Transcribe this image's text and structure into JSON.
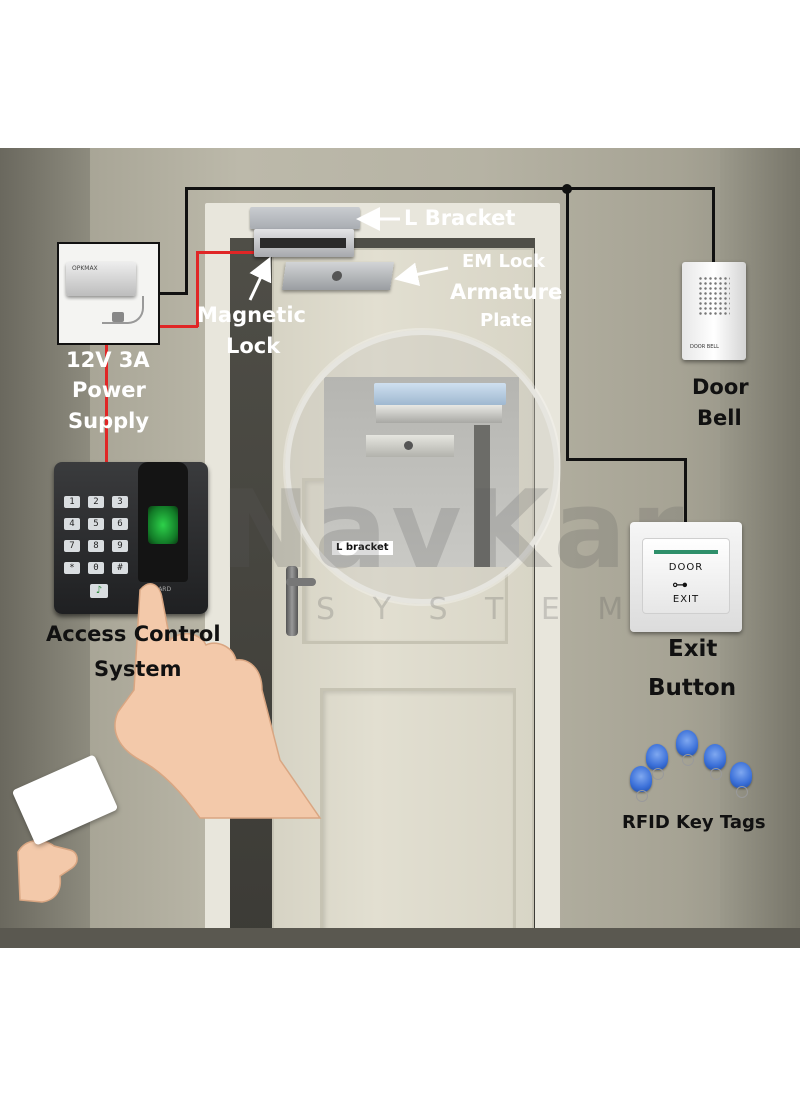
{
  "labels": {
    "l_bracket": "L Bracket",
    "em_lock_line1": "EM Lock",
    "em_lock_line2": "Armature",
    "em_lock_line3": "Plate",
    "magnetic_lock_line1": "Magnetic",
    "magnetic_lock_line2": "Lock",
    "power_supply_line1": "12V 3A",
    "power_supply_line2": "Power",
    "power_supply_line3": "Supply",
    "door_bell_line1": "Door",
    "door_bell_line2": "Bell",
    "access_control_line1": "Access Control",
    "access_control_line2": "System",
    "exit_button_line1": "Exit",
    "exit_button_line2": "Button",
    "rfid_tags": "RFID Key Tags",
    "inset_l_bracket": "L bracket"
  },
  "devices": {
    "power_supply_brand": "OPKMAX",
    "door_bell_text": "DOOR BELL",
    "exit_button_top": "DOOR",
    "exit_button_bottom": "EXIT",
    "reader_brand": "CARD"
  },
  "keypad": [
    "1",
    "2",
    "3",
    "4",
    "5",
    "6",
    "7",
    "8",
    "9",
    "*",
    "0",
    "#"
  ],
  "watermark": {
    "main": "NavKar",
    "sub": "S Y S T E M S"
  },
  "colors": {
    "signal_wire": "#111111",
    "power_wire": "#e02626",
    "tag_blue": "#3a6fd8",
    "reader_led": "#2dd14a"
  }
}
